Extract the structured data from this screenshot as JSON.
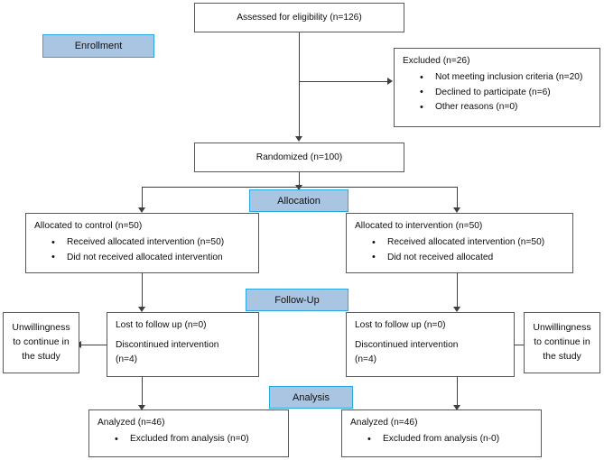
{
  "diagram": {
    "type": "consort-flow-diagram",
    "accent_blue_fill": "#a9c5e2",
    "accent_blue_border": "#29a8e0",
    "box_border": "#595959"
  },
  "stages": {
    "enrollment": "Enrollment",
    "allocation": "Allocation",
    "followup": "Follow-Up",
    "analysis": "Analysis"
  },
  "assessed": {
    "text": "Assessed for eligibility (n=126)"
  },
  "excluded": {
    "title": "Excluded (n=26)",
    "items": [
      "Not meeting inclusion criteria (n=20)",
      "Declined to participate (n=6)",
      "Other reasons (n=0)"
    ]
  },
  "randomized": {
    "text": "Randomized (n=100)"
  },
  "allocation_left": {
    "title": "Allocated to control (n=50)",
    "items": [
      "Received allocated intervention (n=50)",
      "Did not received allocated intervention"
    ]
  },
  "allocation_right": {
    "title": "Allocated to intervention (n=50)",
    "items": [
      "Received allocated intervention (n=50)",
      "Did not received allocated"
    ]
  },
  "followup_left": {
    "line1": "Lost to follow up (n=0)",
    "line2": "Discontinued intervention",
    "line3": "(n=4)"
  },
  "followup_right": {
    "line1": "Lost to follow up (n=0)",
    "line2": "Discontinued intervention",
    "line3": "(n=4)"
  },
  "reason_left": {
    "text": "Unwillingness to continue in the study"
  },
  "reason_right": {
    "text": "Unwillingness to continue in the study"
  },
  "analysis_left": {
    "title": "Analyzed (n=46)",
    "items": [
      "Excluded from analysis (n=0)"
    ]
  },
  "analysis_right": {
    "title": "Analyzed (n=46)",
    "items": [
      "Excluded from analysis (n-0)"
    ]
  }
}
